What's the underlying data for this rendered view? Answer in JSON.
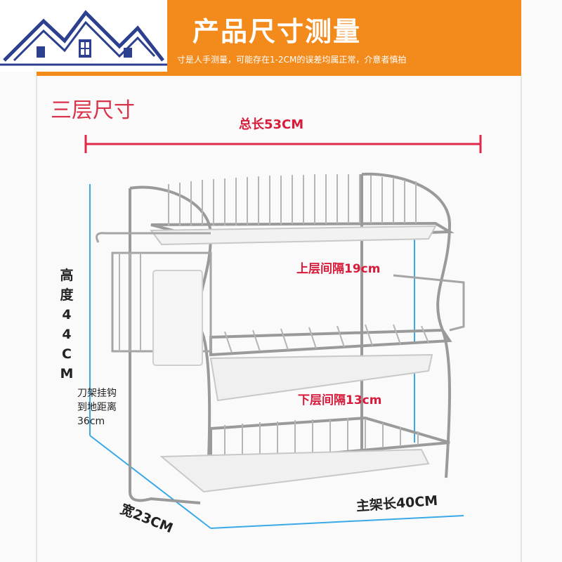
{
  "banner": {
    "title": "产品尺寸测量",
    "note": "寸是人手测量，可能存在1-2CM的误差均属正常，介意者慎拍"
  },
  "labels": {
    "section_title": "三层尺寸",
    "total_length": "总长53CM",
    "height_chars": [
      "高",
      "度",
      "4",
      "4",
      "C",
      "M"
    ],
    "upper_gap": "上层间隔19cm",
    "lower_gap": "下层间隔13cm",
    "hook_line1": "刀架挂钩",
    "hook_line2": "到地距离",
    "hook_line3": "36cm",
    "width": "宽23CM",
    "main_length": "主架长40CM"
  },
  "colors": {
    "banner": "#f28a1c",
    "red_text": "#d81b3b",
    "red_line": "#e0294a",
    "blue_line": "#3aa9e8",
    "logo_blue": "#2d3f8f"
  },
  "icons": {
    "logo": "house-roof-logo"
  }
}
